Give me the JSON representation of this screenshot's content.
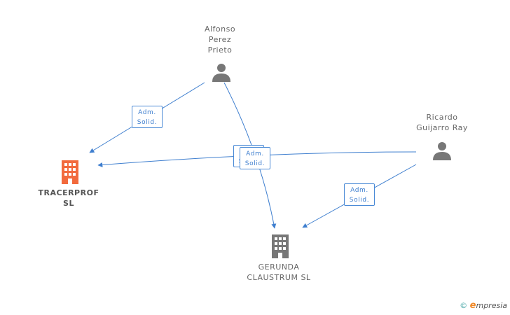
{
  "people": [
    {
      "id": "alfonso",
      "name_lines": [
        "Alfonso",
        "Perez",
        "Prieto"
      ]
    },
    {
      "id": "ricardo",
      "name_lines": [
        "Ricardo",
        "Guijarro Ray"
      ]
    }
  ],
  "companies": [
    {
      "id": "tracerprof",
      "name_lines": [
        "TRACERPROF",
        "SL"
      ],
      "color": "#f26a3d"
    },
    {
      "id": "gerunda",
      "name_lines": [
        "GERUNDA",
        "CLAUSTRUM SL"
      ],
      "color": "#777777"
    }
  ],
  "relations": [
    {
      "from": "alfonso",
      "to": "tracerprof",
      "role_lines": [
        "Adm.",
        "Solid."
      ]
    },
    {
      "from": "alfonso",
      "to": "gerunda",
      "role_lines": [
        "Adm.",
        "Solid."
      ]
    },
    {
      "from": "ricardo",
      "to": "tracerprof",
      "role_lines": [
        "Adm.",
        "Solid."
      ]
    },
    {
      "from": "ricardo",
      "to": "gerunda",
      "role_lines": [
        "Adm.",
        "Solid."
      ]
    }
  ],
  "colors": {
    "edge": "#3f7fcf",
    "person_icon": "#777777"
  },
  "footer": {
    "copyright": "©",
    "brand": "mpresia",
    "brand_initial": "e"
  }
}
